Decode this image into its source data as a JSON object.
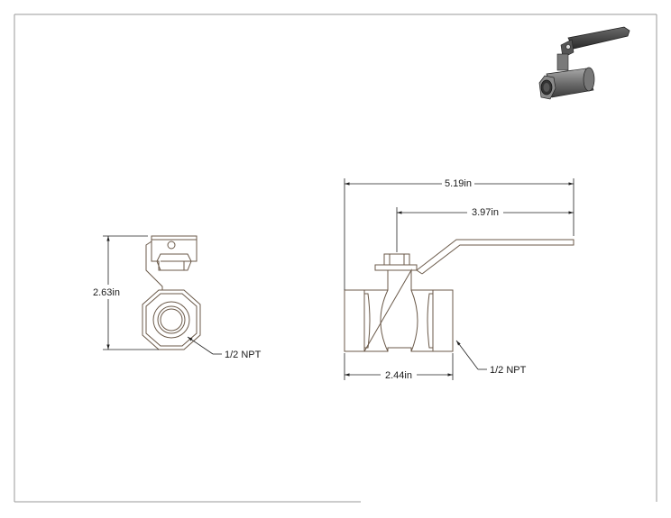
{
  "drawing": {
    "dimensions": {
      "overall_length": "5.19in",
      "handle_length": "3.97in",
      "body_length": "2.44in",
      "height": "2.63in"
    },
    "callouts": {
      "end_view_thread": "1/2 NPT",
      "side_view_thread": "1/2 NPT"
    }
  },
  "colors": {
    "line": "#6b5a4a",
    "dimension": "#222222",
    "border": "#9a9a9a"
  },
  "icons": {
    "iso_view": "ball-valve-isometric-icon"
  }
}
